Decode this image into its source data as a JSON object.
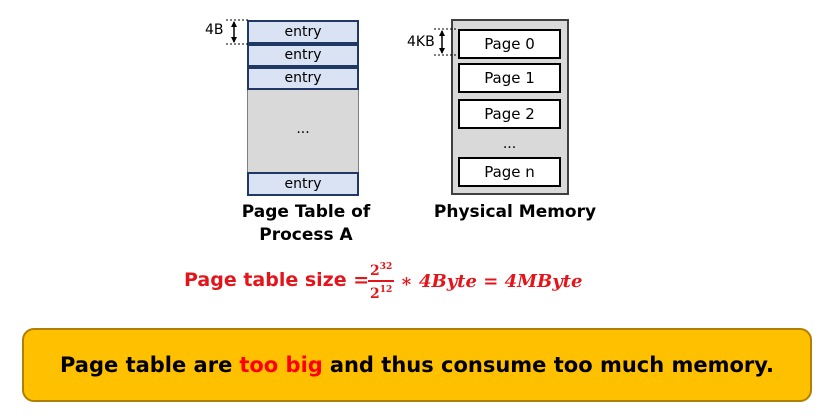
{
  "page_table": {
    "entries": [
      "entry",
      "entry",
      "entry",
      "entry"
    ],
    "ellipsis": "...",
    "entry_size_label": "4B",
    "caption_line1": "Page Table of",
    "caption_line2": "Process A"
  },
  "physical_memory": {
    "pages": [
      "Page 0",
      "Page 1",
      "Page 2",
      "Page n"
    ],
    "ellipsis": "...",
    "page_size_label": "4KB",
    "caption": "Physical Memory"
  },
  "formula": {
    "label": "Page table size =",
    "numerator_base": "2",
    "numerator_exp": "32",
    "denominator_base": "2",
    "denominator_exp": "12",
    "rest": "∗ 4Byte = 4MByte"
  },
  "banner": {
    "text_before": "Page table are",
    "highlight": "too big",
    "text_after": "and thus consume too much memory."
  },
  "colors": {
    "entry_fill": "#dae3f3",
    "entry_border": "#1f3864",
    "memory_fill": "#d9d9d9",
    "formula_red": "#e4141b",
    "banner_fill": "#ffc000",
    "highlight_red": "#ff0000"
  }
}
